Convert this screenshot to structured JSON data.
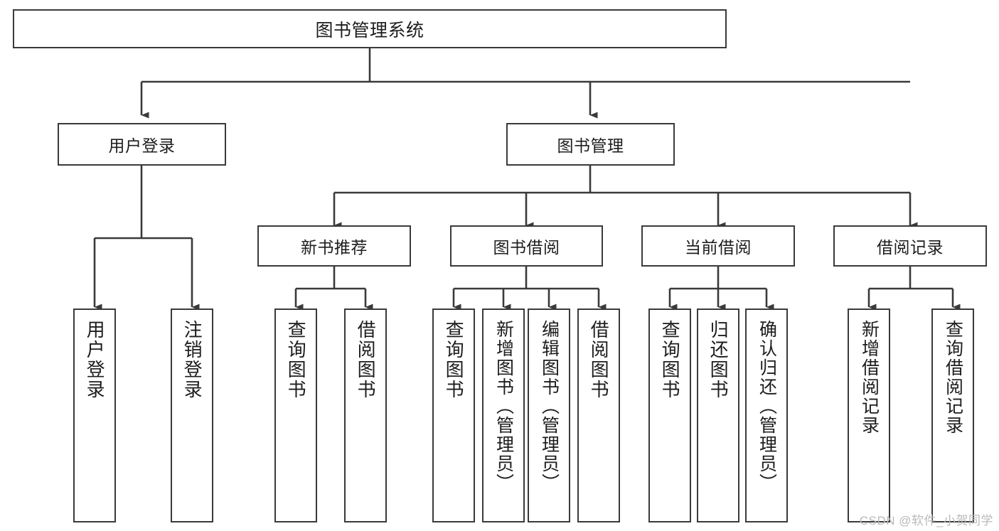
{
  "diagram": {
    "title": "图书管理系统",
    "type": "tree-hierarchy-diagram",
    "colors": {
      "stroke": "#3a3a3a",
      "fill": "#ffffff",
      "text": "#1d1d1d",
      "watermark": "#b9b9b9"
    },
    "root": {
      "label": "图书管理系统"
    },
    "level1": [
      {
        "label": "用户登录"
      },
      {
        "label": "图书管理"
      }
    ],
    "level2": [
      {
        "label": "新书推荐"
      },
      {
        "label": "图书借阅"
      },
      {
        "label": "当前借阅"
      },
      {
        "label": "借阅记录"
      }
    ],
    "leaves": {
      "user_login": [
        {
          "label": "用户登录"
        },
        {
          "label": "注销登录"
        }
      ],
      "new_book": [
        {
          "label": "查询图书"
        },
        {
          "label": "借阅图书"
        }
      ],
      "book_borrow": [
        {
          "label": "查询图书"
        },
        {
          "label": "新增图书（管理员）"
        },
        {
          "label": "编辑图书（管理员）"
        },
        {
          "label": "借阅图书"
        }
      ],
      "current_borrow": [
        {
          "label": "查询图书"
        },
        {
          "label": "归还图书"
        },
        {
          "label": "确认归还（管理员）"
        }
      ],
      "borrow_record": [
        {
          "label": "新增借阅记录"
        },
        {
          "label": "查询借阅记录"
        }
      ]
    }
  },
  "watermark": {
    "text": "CSDN @软件_小贺同学"
  }
}
